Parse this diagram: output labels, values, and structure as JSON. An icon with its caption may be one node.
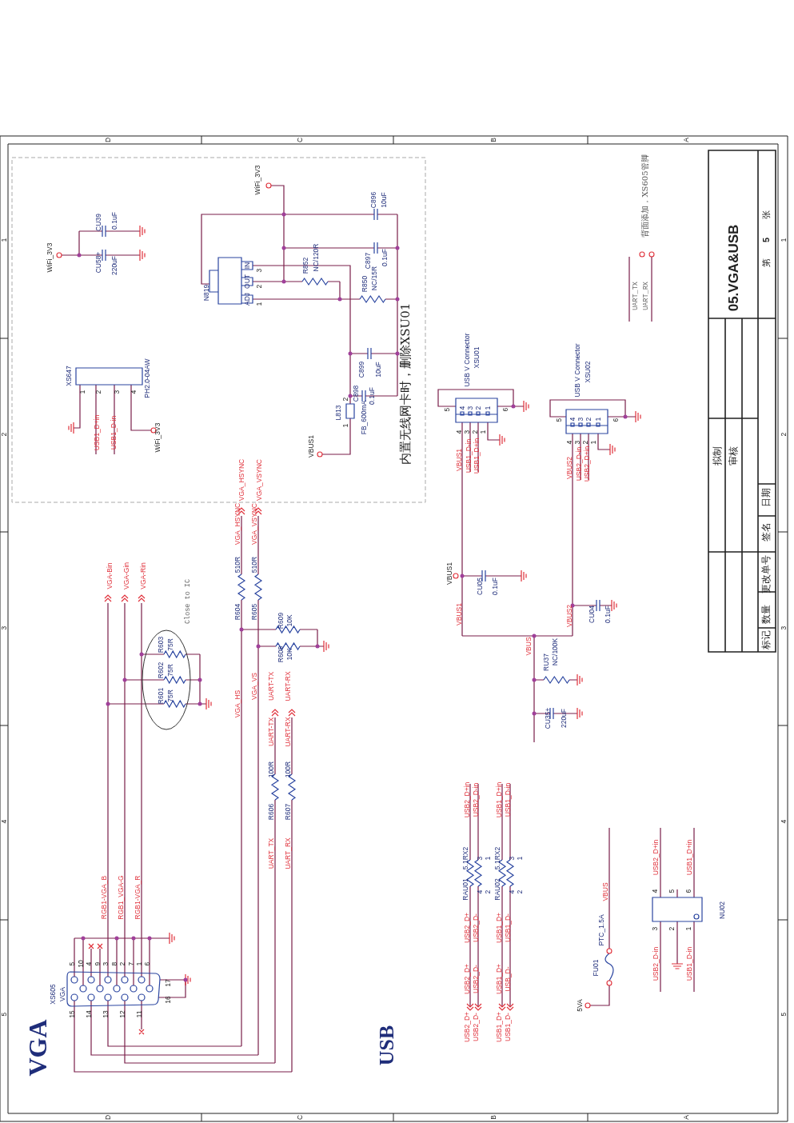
{
  "diagram": {
    "labels": [
      "D",
      "C",
      "B",
      "A",
      "1",
      "2",
      "3",
      "4",
      "5",
      "1",
      "2",
      "3",
      "4",
      "5",
      "D",
      "C",
      "B",
      "A",
      "WiFi_3V3",
      "CU39",
      "0.1uF",
      "CU58+",
      "220uF",
      "N819",
      "IN",
      "OUT",
      "ADJ",
      "3",
      "2",
      "1",
      "WiFi_3V3",
      "R852",
      "NC/120R",
      "C896",
      "10uF",
      "C897",
      "0.1uF",
      "R850",
      "NC/15R",
      "C899",
      "10uF",
      "C898",
      "0.1uF",
      "L813",
      "FB_600mA",
      "2",
      "1",
      "VBUS1",
      "内置无线网卡时，删除XSU01",
      "XS647",
      "1",
      "2",
      "3",
      "4",
      "USB1_D+in",
      "USB1_D-in",
      "PH2.0-04AW",
      "WiFi_3V3",
      "VGA_HSYNC",
      "VGA_VSYNC",
      "USB V Connector",
      "XSU01",
      "5",
      "4",
      "3",
      "2",
      "1",
      "6",
      "4",
      "3",
      "2",
      "1",
      "VBUS1",
      "USB1_D-in",
      "USB1_D+in",
      "USB V Connector",
      "XSU02",
      "5",
      "4",
      "3",
      "2",
      "1",
      "6",
      "4",
      "3",
      "2",
      "1",
      "VBUS2",
      "USB2_D-in",
      "USB2_D+in",
      "UART_TX",
      "UART_RX",
      "背面添加，XS605管脚",
      "05.VGA&USB",
      "第",
      "5",
      "张",
      "拟制",
      "审核",
      "标记",
      "数量",
      "更改单号",
      "签名",
      "日期",
      "VGA-Bin",
      "VGA-Gin",
      "VGA-Rin",
      "Close to IC",
      "R603",
      "75R",
      "R602",
      "75R",
      "R601",
      "75R",
      "VGA_HSYNC",
      "510R",
      "R604",
      "VGA_VSYNC",
      "510R",
      "R605",
      "R609",
      "10K",
      "R608",
      "10K",
      "VGA_HS",
      "VGA_VS",
      "UART-TX",
      "UART-RX",
      "UART-TX",
      "UART-RX",
      "100R",
      "R606",
      "100R",
      "R607",
      "UART_TX",
      "UART_RX",
      "RGB1-VGA_B",
      "RGB1_VGA-G",
      "RGB1-VGA_R",
      "XS605",
      "VGA",
      "5",
      "10",
      "4",
      "9",
      "3",
      "8",
      "2",
      "7",
      "1",
      "6",
      "15",
      "14",
      "13",
      "12",
      "11",
      "17",
      "16",
      "VGA",
      "USB",
      "VBUS1",
      "CU05",
      "0.1uF",
      "VBUS1",
      "VBUS2",
      "CU04",
      "0.1uF",
      "VBUS",
      "RU37",
      "NC/100K",
      "CU35+",
      "220uF",
      "USB2_D+in",
      "USB2_D-in",
      "USB1_D+in",
      "USB1_D-in",
      "RAU01",
      "5.1RX2",
      "3",
      "1",
      "4",
      "2",
      "RAU02",
      "5.1RX2",
      "3",
      "1",
      "4",
      "2",
      "USB2_D+",
      "USB2_D-",
      "USB1_D+",
      "USB1_D-",
      "USB2_D+",
      "USB2_D-",
      "USB1_D+",
      "USB_D-",
      "USB2_D+",
      "USB2_D-",
      "USB1_D+",
      "USB1_D-",
      "5VA",
      "FU01",
      "PTC_1.5A",
      "VBUS",
      "NU02",
      "4",
      "5",
      "6",
      "3",
      "2",
      "1",
      "USB2_D+in",
      "USB1_D+in",
      "USB2_D-in",
      "USB1_D-in"
    ]
  }
}
